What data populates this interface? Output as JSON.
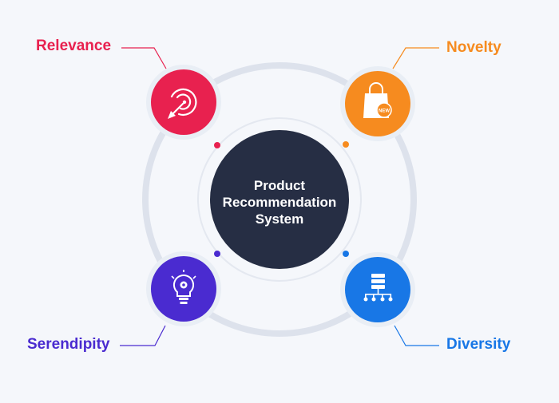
{
  "center": {
    "line1": "Product",
    "line2": "Recommendation",
    "line3": "System"
  },
  "nodes": {
    "relevance": {
      "label": "Relevance",
      "color": "#e8214f",
      "icon": "target-arrow-icon"
    },
    "novelty": {
      "label": "Novelty",
      "color": "#f68b1f",
      "icon": "new-shopping-bag-icon"
    },
    "serendipity": {
      "label": "Serendipity",
      "color": "#4a2bd0",
      "icon": "lightbulb-gear-icon"
    },
    "diversity": {
      "label": "Diversity",
      "color": "#1877e6",
      "icon": "hierarchy-tree-icon"
    }
  },
  "badge": "NEW",
  "colors": {
    "background": "#f5f7fb",
    "center_fill": "#262e44",
    "ring": "#dde2ec"
  }
}
